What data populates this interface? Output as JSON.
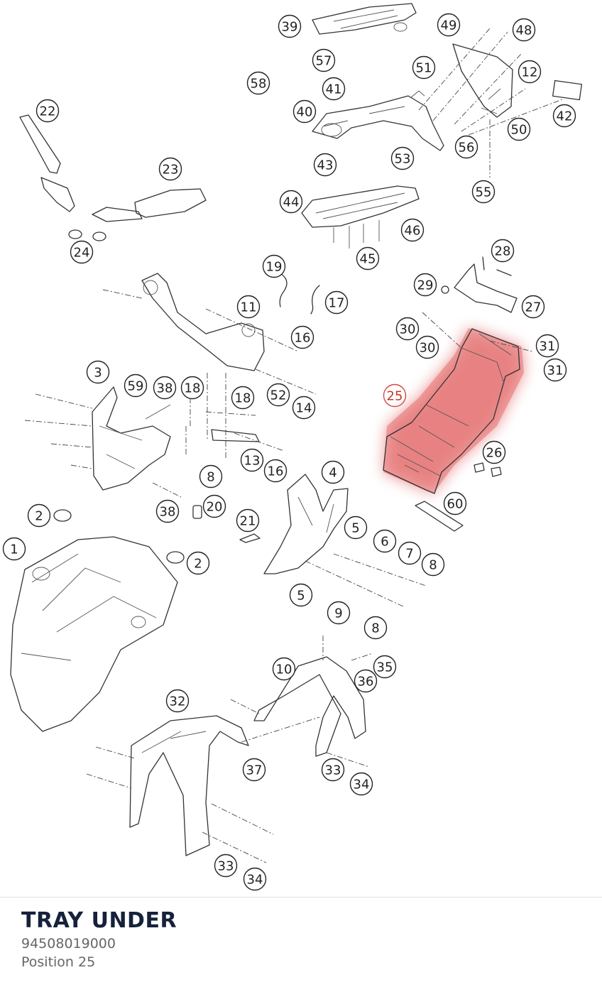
{
  "part": {
    "title": "TRAY UNDER",
    "number": "94508019000",
    "position": "Position 25"
  },
  "highlight_color": "#e57373",
  "callouts": [
    {
      "label": "39"
    },
    {
      "label": "49"
    },
    {
      "label": "48"
    },
    {
      "label": "57"
    },
    {
      "label": "51"
    },
    {
      "label": "58"
    },
    {
      "label": "41"
    },
    {
      "label": "12"
    },
    {
      "label": "42"
    },
    {
      "label": "40"
    },
    {
      "label": "50"
    },
    {
      "label": "56"
    },
    {
      "label": "53"
    },
    {
      "label": "43"
    },
    {
      "label": "55"
    },
    {
      "label": "22"
    },
    {
      "label": "23"
    },
    {
      "label": "44"
    },
    {
      "label": "46"
    },
    {
      "label": "24"
    },
    {
      "label": "45"
    },
    {
      "label": "28"
    },
    {
      "label": "19"
    },
    {
      "label": "29"
    },
    {
      "label": "27"
    },
    {
      "label": "17"
    },
    {
      "label": "11"
    },
    {
      "label": "30"
    },
    {
      "label": "16"
    },
    {
      "label": "31"
    },
    {
      "label": "30"
    },
    {
      "label": "31"
    },
    {
      "label": "3"
    },
    {
      "label": "59"
    },
    {
      "label": "38"
    },
    {
      "label": "18"
    },
    {
      "label": "18"
    },
    {
      "label": "52"
    },
    {
      "label": "14"
    },
    {
      "label": "25",
      "highlight": true
    },
    {
      "label": "26"
    },
    {
      "label": "8"
    },
    {
      "label": "13"
    },
    {
      "label": "16"
    },
    {
      "label": "4"
    },
    {
      "label": "60"
    },
    {
      "label": "2"
    },
    {
      "label": "38"
    },
    {
      "label": "20"
    },
    {
      "label": "21"
    },
    {
      "label": "5"
    },
    {
      "label": "6"
    },
    {
      "label": "7"
    },
    {
      "label": "8"
    },
    {
      "label": "1"
    },
    {
      "label": "2"
    },
    {
      "label": "5"
    },
    {
      "label": "9"
    },
    {
      "label": "8"
    },
    {
      "label": "35"
    },
    {
      "label": "10"
    },
    {
      "label": "36"
    },
    {
      "label": "32"
    },
    {
      "label": "37"
    },
    {
      "label": "33"
    },
    {
      "label": "34"
    },
    {
      "label": "33"
    },
    {
      "label": "34"
    }
  ]
}
